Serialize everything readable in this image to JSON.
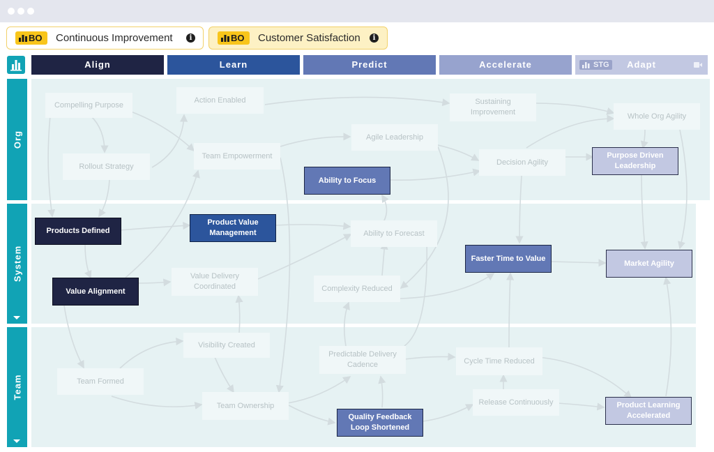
{
  "objectives": [
    {
      "badge": "BO",
      "label": "Continuous Improvement",
      "info": "i"
    },
    {
      "badge": "BO",
      "label": "Customer Satisfaction",
      "info": "i"
    }
  ],
  "phases": {
    "align": "Align",
    "learn": "Learn",
    "predict": "Predict",
    "accelerate": "Accelerate",
    "adapt": "Adapt",
    "adapt_tag": "STG"
  },
  "lanes": {
    "org": "Org",
    "system": "System",
    "team": "Team"
  },
  "nodes": {
    "compelling_purpose": "Compelling Purpose",
    "action_enabled": "Action Enabled",
    "sustaining_improvement": "Sustaining Improvement",
    "whole_org_agility": "Whole Org Agility",
    "agile_leadership": "Agile Leadership",
    "rollout_strategy": "Rollout Strategy",
    "team_empowerment": "Team Empowerment",
    "decision_agility": "Decision Agility",
    "purpose_driven_leadership": "Purpose Driven Leadership",
    "ability_to_focus": "Ability to Focus",
    "products_defined": "Products Defined",
    "product_value_management": "Product Value Management",
    "ability_to_forecast": "Ability to Forecast",
    "faster_time_to_value": "Faster Time to Value",
    "market_agility": "Market Agility",
    "value_alignment": "Value Alignment",
    "value_delivery_coordinated": "Value Delivery Coordinated",
    "complexity_reduced": "Complexity Reduced",
    "visibility_created": "Visibility Created",
    "predictable_delivery_cadence": "Predictable Delivery Cadence",
    "cycle_time_reduced": "Cycle Time Reduced",
    "team_formed": "Team Formed",
    "team_ownership": "Team Ownership",
    "release_continuously": "Release Continuously",
    "quality_feedback_loop": "Quality Feedback Loop Shortened",
    "product_learning_accelerated": "Product Learning Accelerated"
  },
  "colors": {
    "teal": "#11a3b5",
    "align": "#1f2444",
    "learn": "#2c559c",
    "predict": "#6278b5",
    "accelerate": "#97a3ce",
    "adapt": "#c2c8e2",
    "bo_yellow": "#f8c51b",
    "lane_bg": "#e6f2f3"
  }
}
